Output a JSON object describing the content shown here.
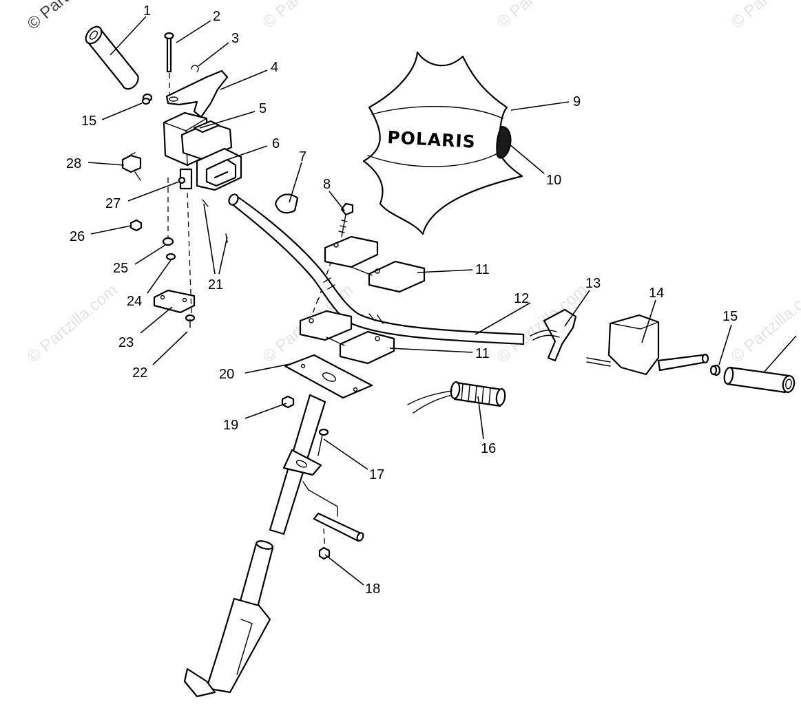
{
  "watermarks": {
    "corner": "© Partzilla.com",
    "tile": "© Partzilla.com"
  },
  "cover_brand": "POLARIS",
  "callouts": {
    "c1": "1",
    "c2": "2",
    "c3": "3",
    "c4": "4",
    "c5": "5",
    "c6": "6",
    "c7": "7",
    "c8": "8",
    "c9": "9",
    "c10": "10",
    "c11a": "11",
    "c11b": "11",
    "c12": "12",
    "c13": "13",
    "c14": "14",
    "c15a": "15",
    "c15b": "15",
    "c16": "16",
    "c17": "17",
    "c18": "18",
    "c19": "19",
    "c20": "20",
    "c21": "21",
    "c22": "22",
    "c23": "23",
    "c24": "24",
    "c25": "25",
    "c26": "26",
    "c27": "27",
    "c28": "28"
  }
}
